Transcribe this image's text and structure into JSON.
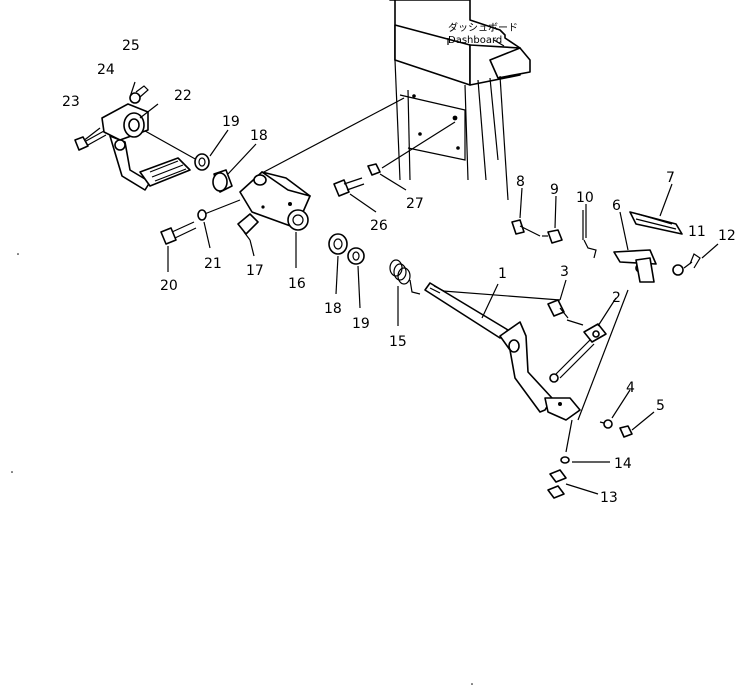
{
  "dashboard": {
    "label_jp": "ダッシュボード",
    "label_en": "Dashboard"
  },
  "callouts": {
    "c1": "1",
    "c2": "2",
    "c3": "3",
    "c4": "4",
    "c5": "5",
    "c6": "6",
    "c7": "7",
    "c8": "8",
    "c9": "9",
    "c10": "10",
    "c11": "11",
    "c12": "12",
    "c13": "13",
    "c14": "14",
    "c15": "15",
    "c16": "16",
    "c17": "17",
    "c18a": "18",
    "c18b": "18",
    "c19a": "19",
    "c19b": "19",
    "c20": "20",
    "c21": "21",
    "c22": "22",
    "c23": "23",
    "c24": "24",
    "c25": "25",
    "c26": "26",
    "c27": "27"
  }
}
